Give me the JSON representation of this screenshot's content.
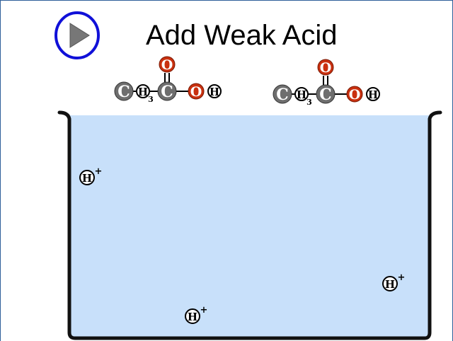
{
  "header": {
    "title": "Add Weak Acid",
    "play_icon": "play-icon"
  },
  "colors": {
    "play_ring": "#1010d8",
    "play_triangle": "#777777",
    "carbon": "#6e6e6e",
    "oxygen": "#c9300f",
    "hydrogen": "#ffffff",
    "water": "#c8e0fa",
    "beaker_outline": "#111111"
  },
  "molecules": [
    {
      "name": "acetic-acid",
      "atoms": {
        "carbon": "C",
        "hydrogen": "H",
        "oxygen": "O"
      },
      "subscript": "3"
    },
    {
      "name": "acetic-acid",
      "atoms": {
        "carbon": "C",
        "hydrogen": "H",
        "oxygen": "O"
      },
      "subscript": "3"
    }
  ],
  "ions": [
    {
      "symbol": "H",
      "charge": "+"
    },
    {
      "symbol": "H",
      "charge": "+"
    },
    {
      "symbol": "H",
      "charge": "+"
    }
  ]
}
